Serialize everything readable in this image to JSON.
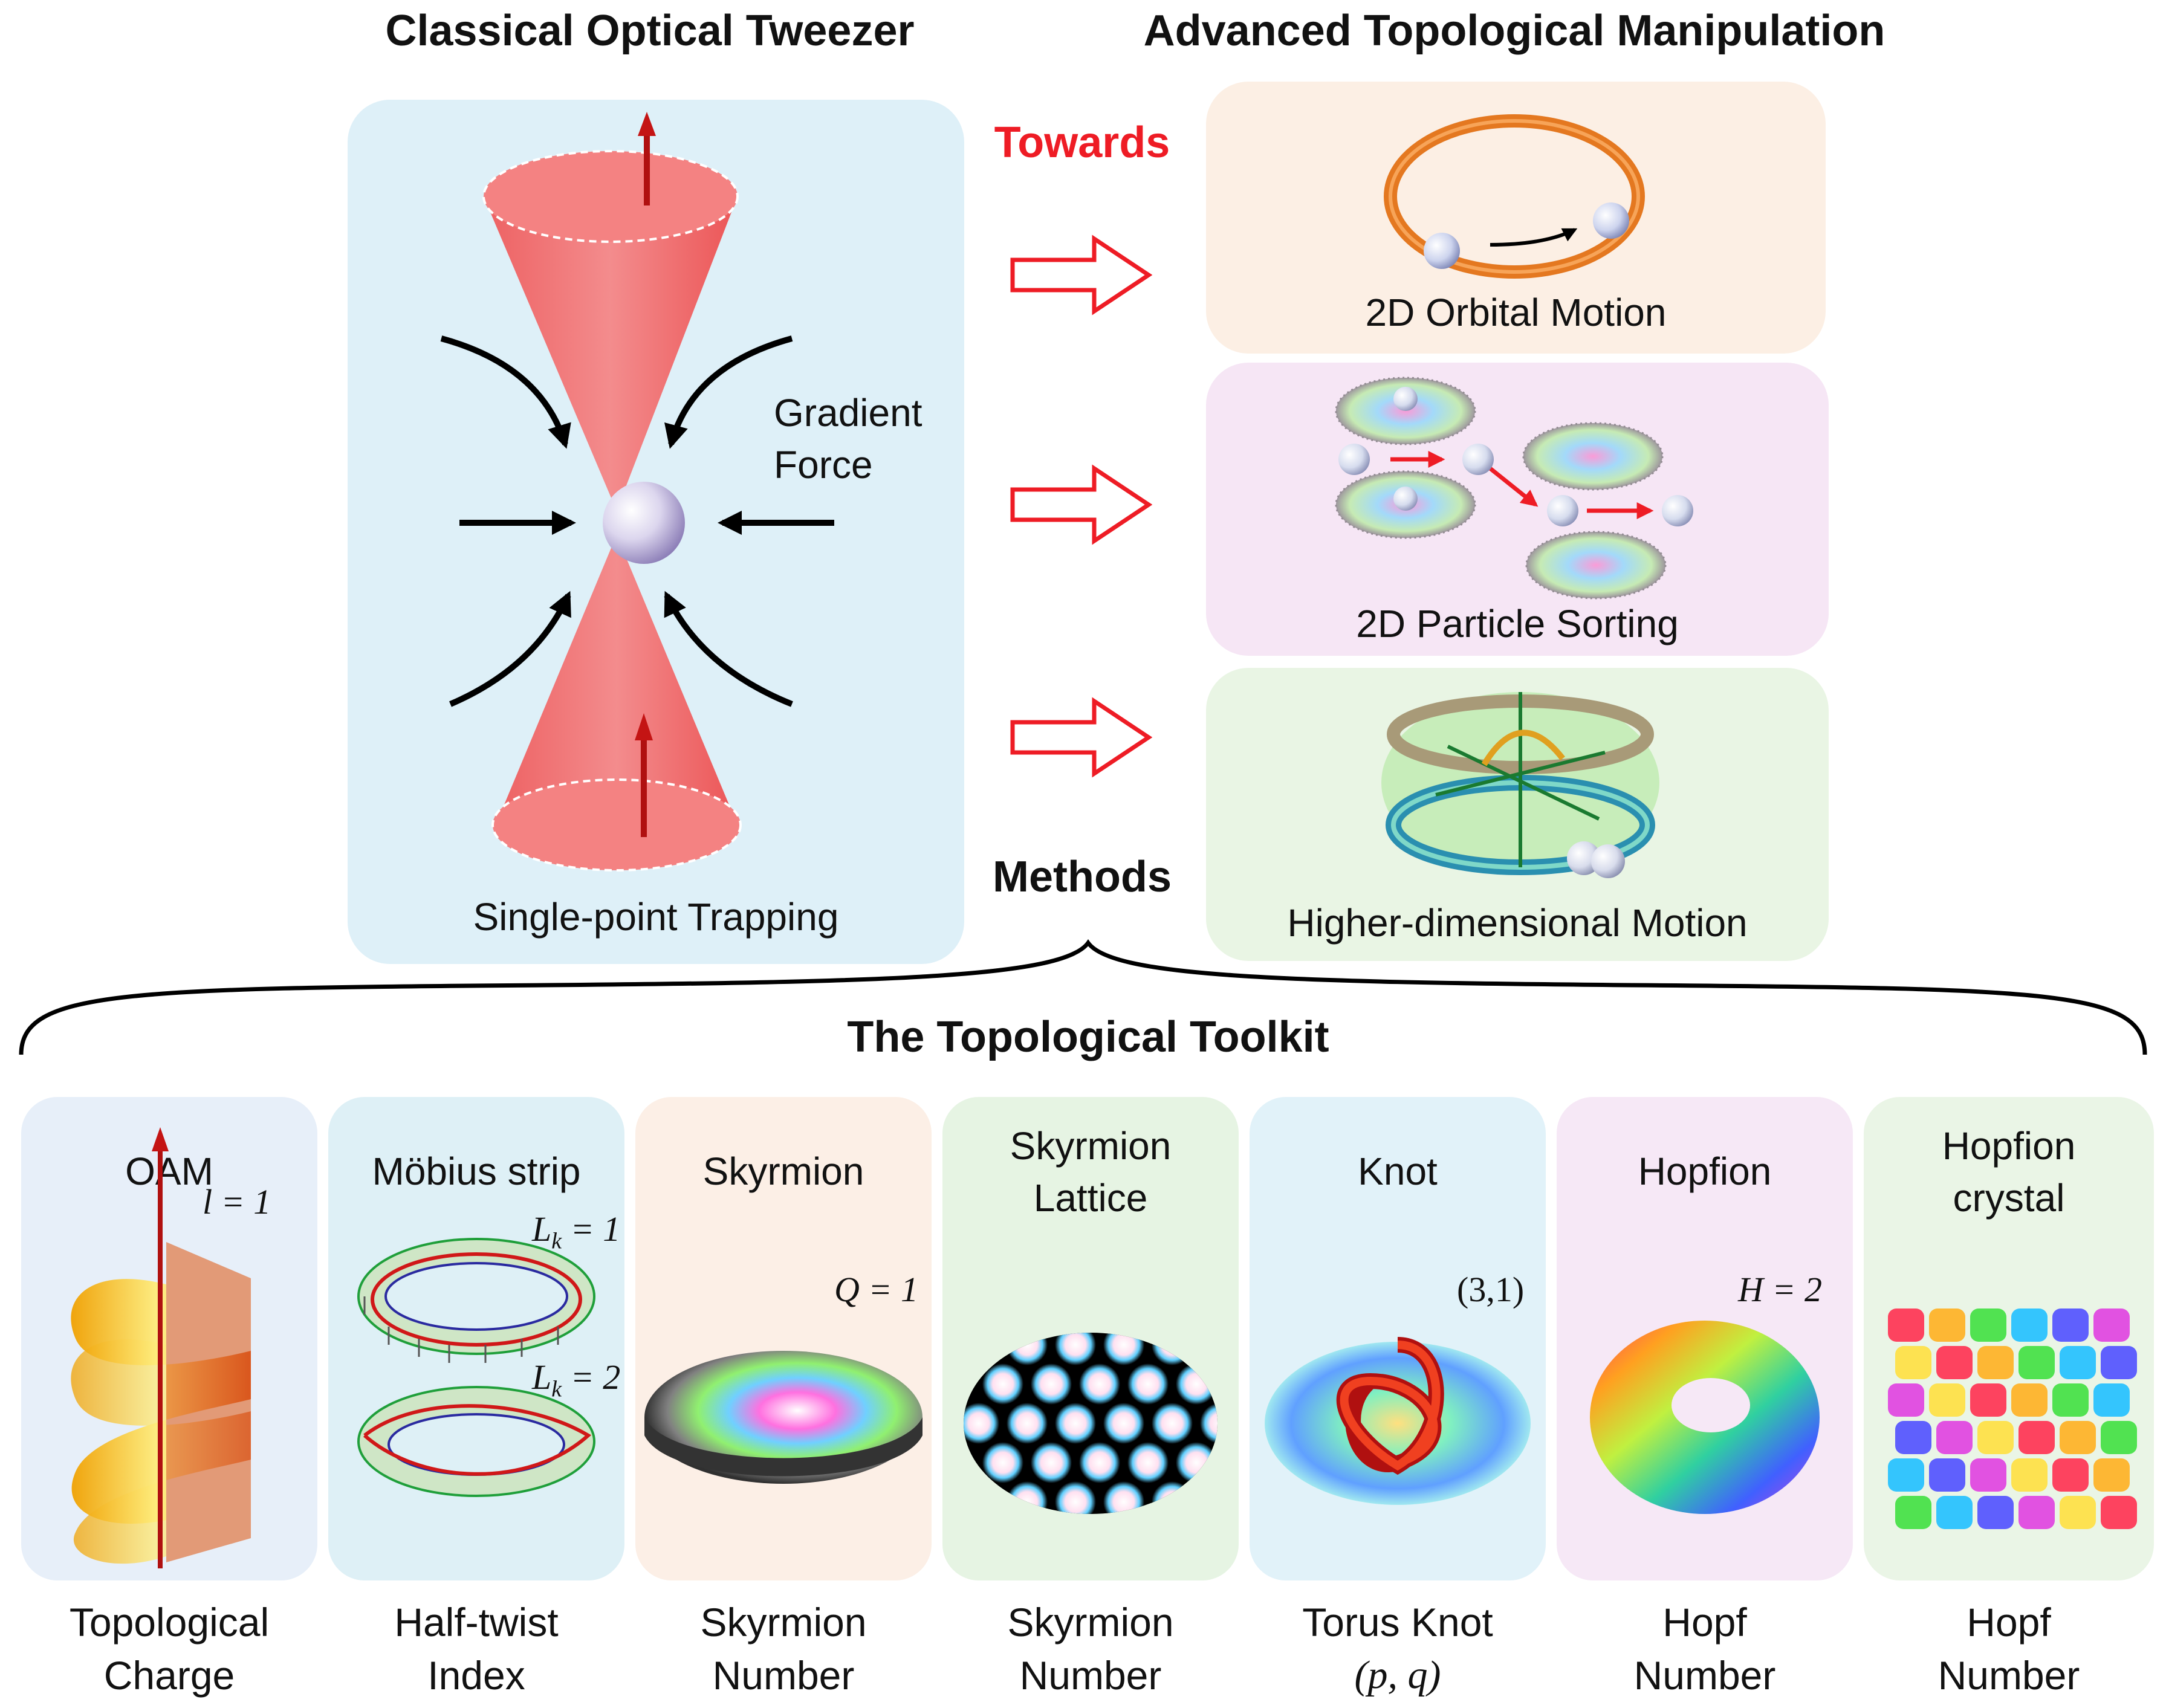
{
  "headers": {
    "left": "Classical Optical Tweezer",
    "right": "Advanced Topological Manipulation",
    "towards": "Towards",
    "methods": "Methods",
    "toolkit": "The Topological Toolkit"
  },
  "tweezer": {
    "gradient_force": [
      "Gradient",
      "Force"
    ],
    "caption": "Single-point Trapping"
  },
  "manipulations": [
    {
      "caption": "2D Orbital Motion"
    },
    {
      "caption": "2D Particle Sorting"
    },
    {
      "caption": "Higher-dimensional Motion"
    }
  ],
  "toolkit": [
    {
      "title": [
        "OAM"
      ],
      "math": [
        "l = 1"
      ],
      "bottom": [
        "Topological",
        "Charge"
      ],
      "color": "#e7eff9"
    },
    {
      "title": [
        "Möbius strip"
      ],
      "math": [
        "L",
        "k",
        " = 1",
        "L",
        "k",
        " = 2"
      ],
      "bottom": [
        "Half-twist",
        "Index"
      ],
      "color": "#def0f6"
    },
    {
      "title": [
        "Skyrmion"
      ],
      "math": [
        "Q = 1"
      ],
      "bottom": [
        "Skyrmion",
        "Number"
      ],
      "color": "#fcefe6"
    },
    {
      "title": [
        "Skyrmion",
        "Lattice"
      ],
      "math": [],
      "bottom": [
        "Skyrmion",
        "Number"
      ],
      "color": "#e6f4e3"
    },
    {
      "title": [
        "Knot"
      ],
      "math": [
        "(3,1)"
      ],
      "bottom": [
        "Torus Knot",
        "(p, q)"
      ],
      "color": "#e1f2f9"
    },
    {
      "title": [
        "Hopfion"
      ],
      "math": [
        "H = 2"
      ],
      "bottom": [
        "Hopf",
        "Number"
      ],
      "color": "#f6e8f6"
    },
    {
      "title": [
        "Hopfion",
        "crystal"
      ],
      "math": [],
      "bottom": [
        "Hopf",
        "Number"
      ],
      "color": "#eaf5e6"
    }
  ],
  "colors": {
    "tweezer_panel": "#def0f8",
    "orbital_panel": "#fcefe4",
    "sorting_panel": "#f6e6f5",
    "higher_panel": "#e9f5e4",
    "accent_red": "#ee1c25",
    "beam_red": "#f26161"
  }
}
